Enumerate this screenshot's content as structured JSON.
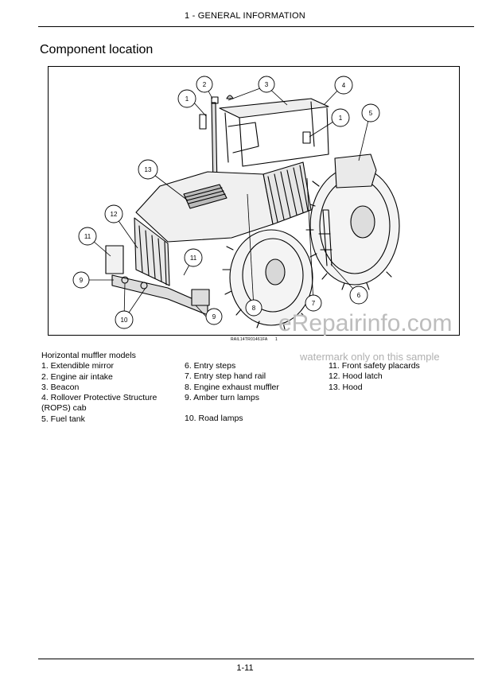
{
  "header": {
    "title": "1 - GENERAL INFORMATION"
  },
  "section": {
    "title": "Component location"
  },
  "figure": {
    "reference": "RAIL14TR01461FA",
    "number": "1",
    "callouts": [
      "1",
      "2",
      "3",
      "4",
      "1",
      "5",
      "13",
      "12",
      "11",
      "11",
      "9",
      "10",
      "9",
      "8",
      "7",
      "6"
    ]
  },
  "legend": {
    "heading": "Horizontal muffler models",
    "col1": [
      "1. Extendible mirror",
      "2. Engine air intake",
      "3. Beacon",
      "4. Rollover Protective Structure",
      "(ROPS) cab",
      "5. Fuel tank"
    ],
    "col2": [
      "6. Entry steps",
      "7. Entry step hand rail",
      "8. Engine exhaust muffler",
      "9. Amber turn lamps",
      "10. Road lamps"
    ],
    "col3": [
      "11. Front safety placards",
      "12. Hood latch",
      "13. Hood"
    ]
  },
  "watermark": {
    "brand": "eRepairinfo.com",
    "note": "watermark only on this sample"
  },
  "footer": {
    "page": "1-11"
  }
}
